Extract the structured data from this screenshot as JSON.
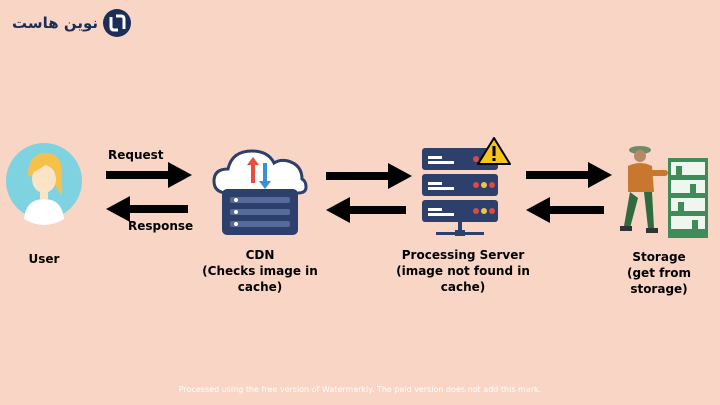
{
  "logo": {
    "text": "نوین هاست",
    "icon": "brand-logo-icon"
  },
  "arrows": {
    "request_label": "Request",
    "response_label": "Response"
  },
  "nodes": {
    "user": {
      "label": "User",
      "icon": "user-avatar-icon"
    },
    "cdn": {
      "title": "CDN",
      "subtitle": "(Checks image in cache)",
      "icon": "cloud-server-icon"
    },
    "processing": {
      "title": "Processing Server",
      "subtitle": "(image not found in cache)",
      "icon": "server-rack-warning-icon"
    },
    "storage": {
      "title": "Storage",
      "subtitle": "(get from storage)",
      "icon": "warehouse-worker-icon"
    }
  },
  "watermark": {
    "text": "Processed using the free version of Watermarkly. The paid version does not add this mark."
  },
  "colors": {
    "background": "#f8d5c4",
    "server_navy": "#2d3f6b",
    "arrow": "#000000",
    "avatar_bg": "#7fd3e0"
  }
}
